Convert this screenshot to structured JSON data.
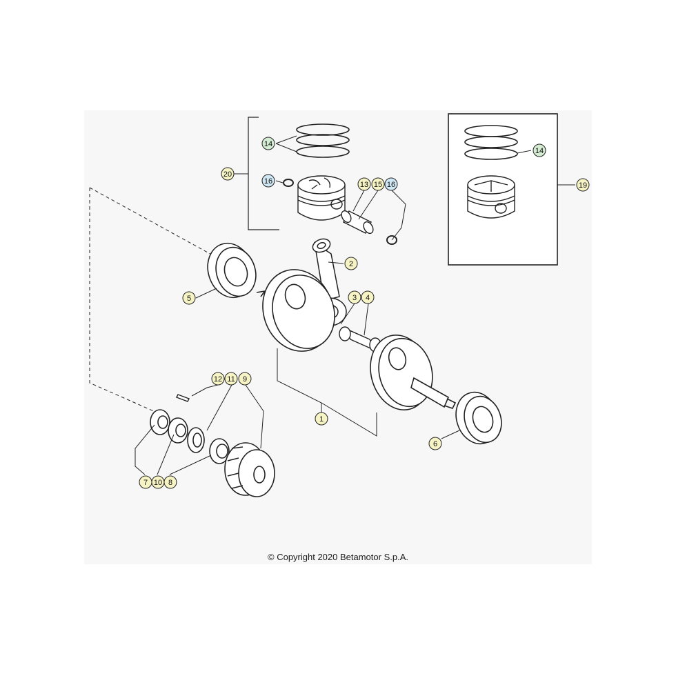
{
  "diagram": {
    "copyright": "© Copyright 2020 Betamotor S.p.A.",
    "callouts": [
      {
        "id": "c14a",
        "label": "14",
        "color": "#d4ecd2"
      },
      {
        "id": "c20",
        "label": "20",
        "color": "#f6f3c4"
      },
      {
        "id": "c16a",
        "label": "16",
        "color": "#cfe6f3"
      },
      {
        "id": "c13",
        "label": "13",
        "color": "#f6f3c4"
      },
      {
        "id": "c15",
        "label": "15",
        "color": "#f6f3c4"
      },
      {
        "id": "c16b",
        "label": "16",
        "color": "#cfe6f3"
      },
      {
        "id": "c14b",
        "label": "14",
        "color": "#d4ecd2"
      },
      {
        "id": "c19",
        "label": "19",
        "color": "#f6f3c4"
      },
      {
        "id": "c2",
        "label": "2",
        "color": "#f6f3c4"
      },
      {
        "id": "c5",
        "label": "5",
        "color": "#f6f3c4"
      },
      {
        "id": "c3",
        "label": "3",
        "color": "#f6f3c4"
      },
      {
        "id": "c4",
        "label": "4",
        "color": "#f6f3c4"
      },
      {
        "id": "c12",
        "label": "12",
        "color": "#f6f3c4"
      },
      {
        "id": "c11",
        "label": "11",
        "color": "#f6f3c4"
      },
      {
        "id": "c9",
        "label": "9",
        "color": "#f6f3c4"
      },
      {
        "id": "c1",
        "label": "1",
        "color": "#f6f3c4"
      },
      {
        "id": "c6",
        "label": "6",
        "color": "#f6f3c4"
      },
      {
        "id": "c7",
        "label": "7",
        "color": "#f6f3c4"
      },
      {
        "id": "c10",
        "label": "10",
        "color": "#f6f3c4"
      },
      {
        "id": "c8",
        "label": "8",
        "color": "#f6f3c4"
      }
    ]
  }
}
